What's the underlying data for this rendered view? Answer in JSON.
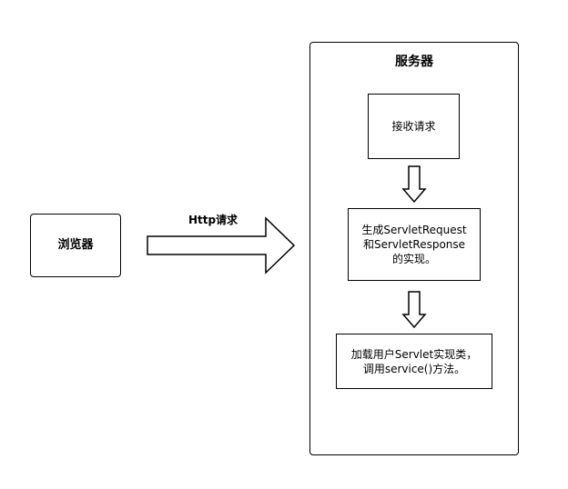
{
  "browser": {
    "label": "浏览器"
  },
  "request_arrow": {
    "label": "Http请求"
  },
  "server": {
    "title": "服务器",
    "steps": [
      {
        "lines": [
          "接收请求"
        ]
      },
      {
        "lines": [
          "生成ServletRequest",
          "和ServletResponse",
          "的实现。"
        ]
      },
      {
        "lines": [
          "加载用户Servlet实现类，",
          "调用service()方法。"
        ]
      }
    ]
  }
}
